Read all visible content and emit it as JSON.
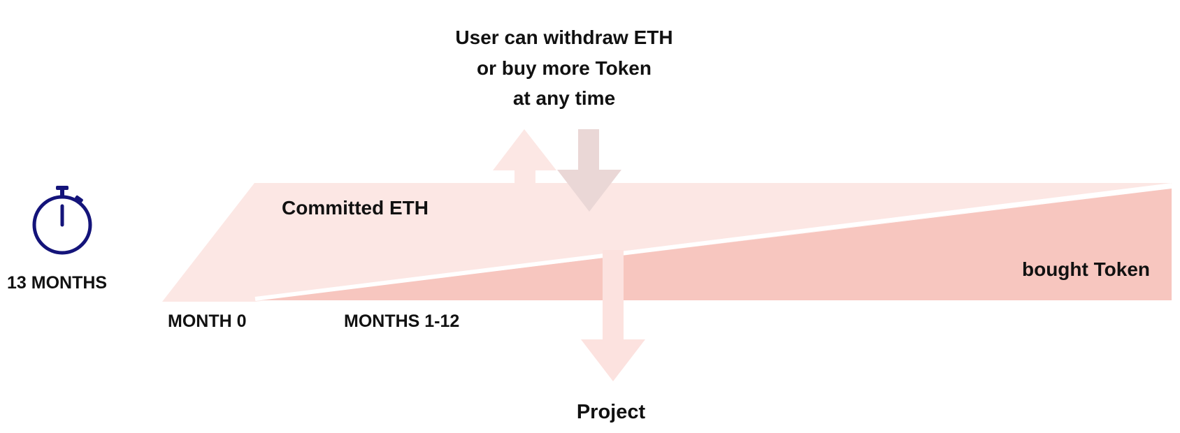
{
  "header": {
    "lines": [
      "User can withdraw ETH",
      "or buy more Token",
      "at any time"
    ]
  },
  "timer": {
    "icon": "stopwatch-icon",
    "label": "13 MONTHS",
    "color": "#14147a"
  },
  "areas": {
    "committed_label": "Committed ETH",
    "token_label": "bought Token"
  },
  "timeline": {
    "month0": "MONTH 0",
    "months": "MONTHS 1-12"
  },
  "flow": {
    "project_label": "Project"
  },
  "colors": {
    "committed_fill": "#fce7e4",
    "token_fill": "#f7c6bf",
    "down_arrow": "#ead7d6",
    "up_arrow": "#fce7e4",
    "project_arrow": "#fce2df"
  }
}
